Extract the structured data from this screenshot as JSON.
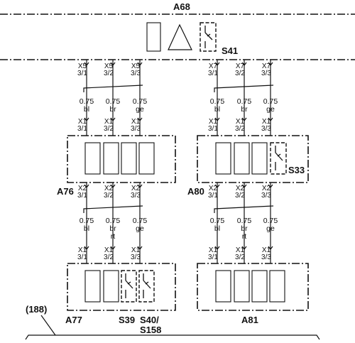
{
  "modules": {
    "a68": "A68",
    "a76": "A76",
    "a80": "A80",
    "a77": "A77",
    "a81": "A81"
  },
  "switches": {
    "s41": "S41",
    "s33": "S33",
    "s39": "S39",
    "s40_line1": "S40/",
    "s40_line2": "S158"
  },
  "reference": "(188)",
  "connectors": {
    "x5": [
      {
        "name": "X5",
        "pin": "3/1"
      },
      {
        "name": "X5",
        "pin": "3/2"
      },
      {
        "name": "X5",
        "pin": "3/3"
      }
    ],
    "x7": [
      {
        "name": "X7",
        "pin": "3/1"
      },
      {
        "name": "X7",
        "pin": "3/2"
      },
      {
        "name": "X7",
        "pin": "3/3"
      }
    ],
    "x1_a76": [
      {
        "name": "X1",
        "pin": "3/1"
      },
      {
        "name": "X1",
        "pin": "3/2"
      },
      {
        "name": "X1",
        "pin": "3/3"
      }
    ],
    "x1_a80": [
      {
        "name": "X1",
        "pin": "3/1"
      },
      {
        "name": "X1",
        "pin": "3/2"
      },
      {
        "name": "X1",
        "pin": "3/3"
      }
    ],
    "x2_a76": [
      {
        "name": "X2",
        "pin": "3/1"
      },
      {
        "name": "X2",
        "pin": "3/2"
      },
      {
        "name": "X2",
        "pin": "3/3"
      }
    ],
    "x2_a80": [
      {
        "name": "X2",
        "pin": "3/1"
      },
      {
        "name": "X2",
        "pin": "3/2"
      },
      {
        "name": "X2",
        "pin": "3/3"
      }
    ],
    "x1_a77": [
      {
        "name": "X1",
        "pin": "3/1"
      },
      {
        "name": "X1",
        "pin": "3/2"
      },
      {
        "name": "X1",
        "pin": "3/3"
      }
    ],
    "x1_a81": [
      {
        "name": "X1",
        "pin": "3/1"
      },
      {
        "name": "X1",
        "pin": "3/2"
      },
      {
        "name": "X1",
        "pin": "3/3"
      }
    ]
  },
  "wires": {
    "upper_left": [
      {
        "gauge": "0.75",
        "color": "bl"
      },
      {
        "gauge": "0.75",
        "color": "br"
      },
      {
        "gauge": "0.75",
        "color": "ge"
      }
    ],
    "upper_right": [
      {
        "gauge": "0.75",
        "color": "bl"
      },
      {
        "gauge": "0.75",
        "color": "br"
      },
      {
        "gauge": "0.75",
        "color": "ge"
      }
    ],
    "lower_left": [
      {
        "gauge": "0.75",
        "color": "bl"
      },
      {
        "gauge": "0.75",
        "color": "br",
        "color2": "rt"
      },
      {
        "gauge": "0.75",
        "color": "ge"
      }
    ],
    "lower_right": [
      {
        "gauge": "0.75",
        "color": "bl"
      },
      {
        "gauge": "0.75",
        "color": "br",
        "color2": "rt"
      },
      {
        "gauge": "0.75",
        "color": "ge"
      }
    ]
  }
}
